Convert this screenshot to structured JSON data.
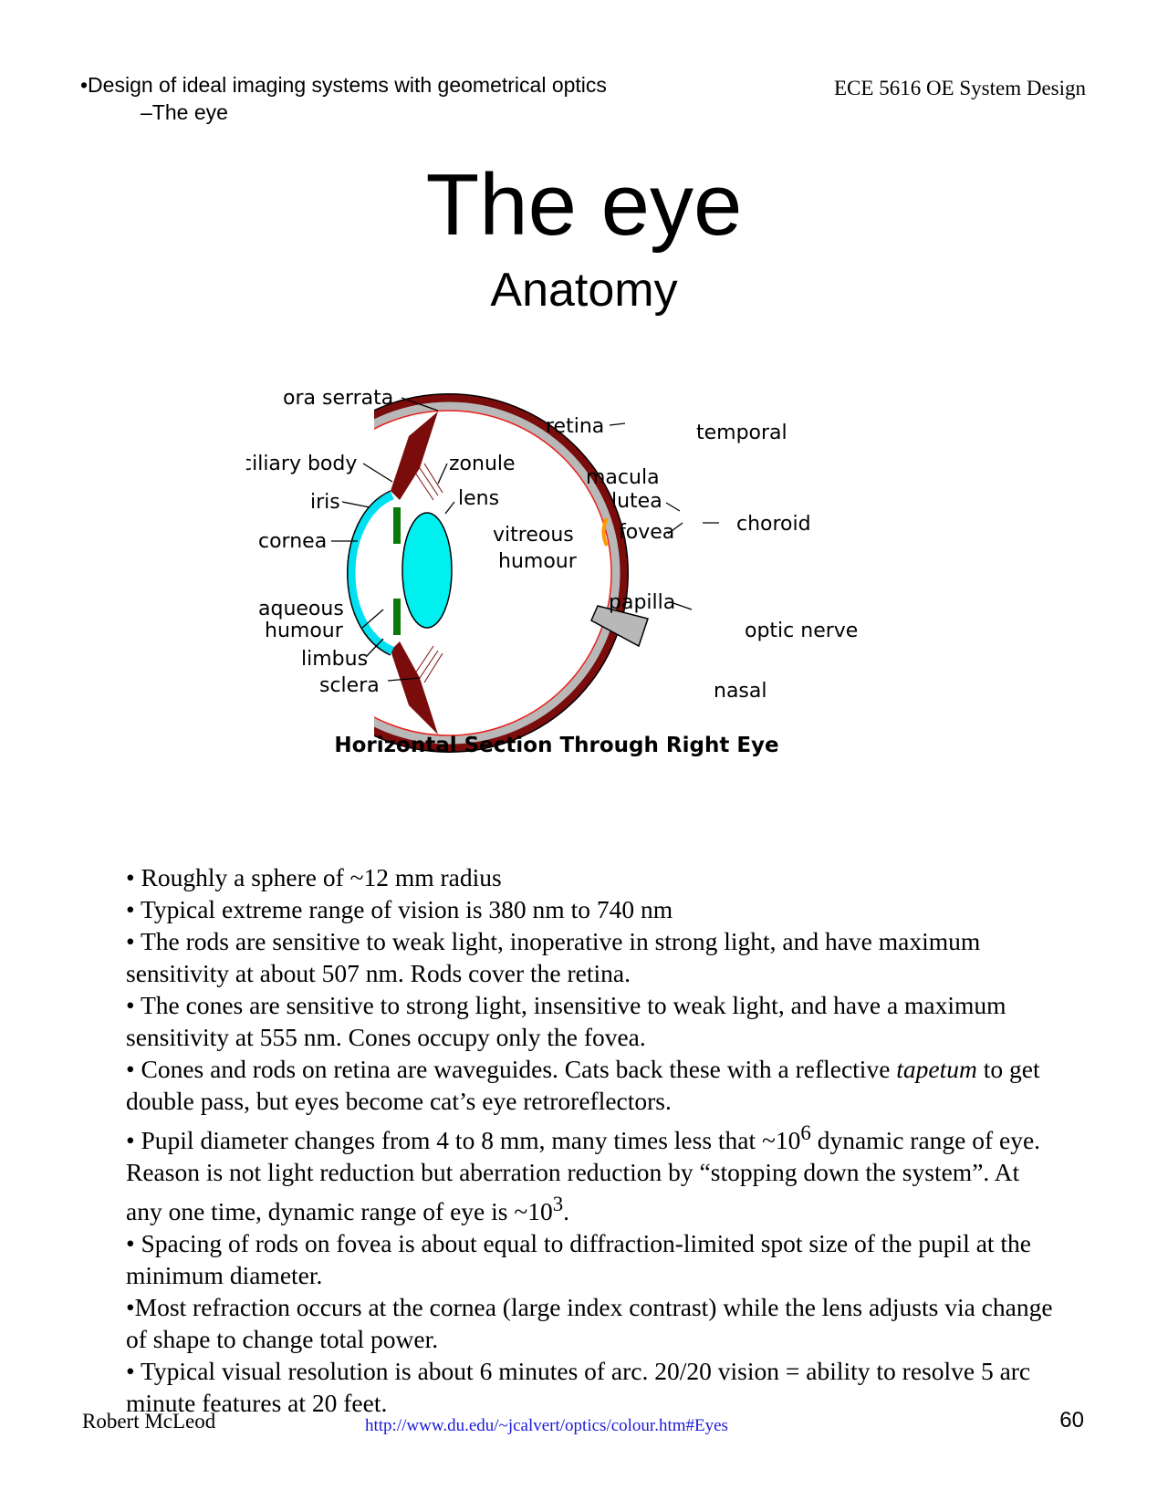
{
  "header": {
    "breadcrumb_main": "•Design of ideal imaging systems with geometrical optics",
    "breadcrumb_sub": "–The eye",
    "course": "ECE 5616 OE System Design"
  },
  "title": "The eye",
  "subtitle": "Anatomy",
  "figure": {
    "caption": "Horizontal Section Through Right Eye",
    "labels": {
      "ora_serrata": "ora serrata",
      "retina": "retina",
      "temporal": "temporal",
      "ciliary_body": "ciliary body",
      "zonule": "zonule",
      "macula": "macula",
      "lutea": "lutea",
      "iris": "iris",
      "lens": "lens",
      "vitreous": "vitreous",
      "humour_v": "humour",
      "fovea": "fovea",
      "choroid": "choroid",
      "cornea": "cornea",
      "aqueous": "aqueous",
      "humour_a": "humour",
      "papilla": "papilla",
      "optic_nerve": "optic nerve",
      "limbus": "limbus",
      "sclera": "sclera",
      "nasal": "nasal"
    },
    "colors": {
      "sclera": "#7a0c0c",
      "choroid": "#b8b8b8",
      "retina": "#e8201c",
      "fovea": "#ff9a00",
      "lens": "#00f0f0",
      "cornea": "#00e0f0",
      "iris": "#0a7a0a"
    }
  },
  "bullets": [
    "• Roughly a sphere of ~12 mm radius",
    "• Typical extreme range of vision is 380 nm to 740 nm",
    "• The rods are sensitive to weak light, inoperative in strong light, and have maximum sensitivity at about 507 nm. Rods cover the retina.",
    "• The cones are sensitive to strong light, insensitive to weak light, and have a maximum sensitivity at 555 nm.   Cones occupy only the fovea."
  ],
  "bullet_tapetum": {
    "before": "• Cones and rods on retina are waveguides.  Cats back these with a reflective ",
    "italic": "tapetum",
    "after": " to get double pass, but eyes become cat’s eye retroreflectors."
  },
  "bullet_pupil": {
    "part1": "• Pupil diameter changes from 4 to 8 mm, many times less that ~10",
    "sup1": "6",
    "part2": " dynamic range of eye.  Reason is not light reduction but  aberration reduction by “stopping down the system”.  At any one time, dynamic range of eye is ~10",
    "sup2": "3",
    "part3": "."
  },
  "bullets_tail": [
    "• Spacing of rods on fovea is about equal to diffraction-limited spot size of the pupil at the minimum diameter.",
    "•Most refraction occurs at the cornea (large index contrast) while the lens adjusts via change of shape to change total power.",
    "• Typical visual resolution is about 6 minutes of arc.  20/20 vision = ability to resolve 5 arc minute features at 20 feet."
  ],
  "footer": {
    "author": "Robert McLeod",
    "url": "http://www.du.edu/~jcalvert/optics/colour.htm#Eyes",
    "page": "60"
  }
}
